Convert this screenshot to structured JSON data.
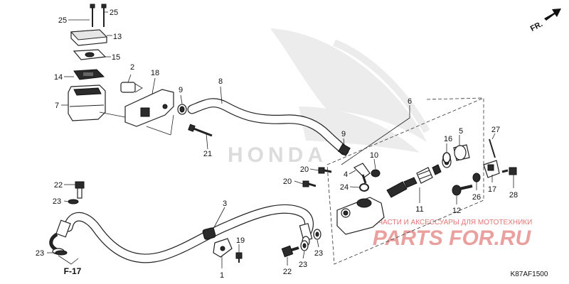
{
  "diagram": {
    "direction_marker": "FR.",
    "reference_label": "F-17",
    "diagram_code": "K87AF1500",
    "watermark_brand": "HONDA",
    "watermark_site": "PARTS FOR.RU",
    "watermark_text": "ЗАПЧАСТИ И АКСЕССУАРЫ ДЛЯ МОТОТЕХНИКИ",
    "callouts": [
      "25",
      "25",
      "13",
      "15",
      "14",
      "2",
      "18",
      "7",
      "9",
      "8",
      "21",
      "6",
      "9",
      "27",
      "5",
      "16",
      "10",
      "4",
      "20",
      "24",
      "20",
      "17",
      "22",
      "26",
      "28",
      "23",
      "11",
      "12",
      "3",
      "19",
      "23",
      "1",
      "22",
      "23",
      "23"
    ]
  },
  "colors": {
    "line": "#222222",
    "watermark_red": "#d9534f",
    "watermark_gray": "#bbbbbb"
  }
}
